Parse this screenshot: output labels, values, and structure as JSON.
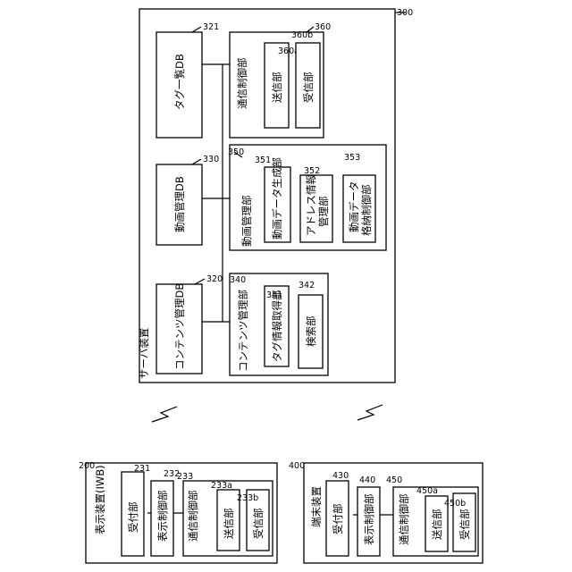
{
  "server": {
    "ref": "300",
    "title": "サーバ装置",
    "tag_list_db": {
      "ref": "321",
      "label": "タグ一覧DB"
    },
    "video_db": {
      "ref": "330",
      "label": "動画管理DB"
    },
    "content_db": {
      "ref": "320",
      "label": "コンテンツ管理DB"
    },
    "comm": {
      "ref": "360",
      "label": "通信制御部",
      "send": {
        "ref": "360a",
        "label": "送信部"
      },
      "recv": {
        "ref": "360b",
        "label": "受信部"
      }
    },
    "video_mgmt": {
      "ref": "350",
      "label": "動画管理部",
      "gen": {
        "ref": "351",
        "label": "動画データ生成部"
      },
      "addr": {
        "ref": "352",
        "label_line1": "アドレス情報",
        "label_line2": "管理部"
      },
      "store": {
        "ref": "353",
        "label_line1": "動画データ",
        "label_line2": "格納制御部"
      }
    },
    "content_mgmt": {
      "ref": "340",
      "label": "コンテンツ管理部",
      "tag": {
        "ref": "341",
        "label": "タグ情報取得部"
      },
      "search": {
        "ref": "342",
        "label": "検索部"
      }
    }
  },
  "display": {
    "ref": "200",
    "title": "表示装置(IWB)",
    "accept": {
      "ref": "231",
      "label": "受付部"
    },
    "disp_ctrl": {
      "ref": "232",
      "label": "表示制御部"
    },
    "comm": {
      "ref": "233",
      "label": "通信制御部",
      "send": {
        "ref": "233a",
        "label": "送信部"
      },
      "recv": {
        "ref": "233b",
        "label": "受信部"
      }
    }
  },
  "terminal": {
    "ref": "400",
    "title": "端末装置",
    "accept": {
      "ref": "430",
      "label": "受付部"
    },
    "disp_ctrl": {
      "ref": "440",
      "label": "表示制御部"
    },
    "comm": {
      "ref": "450",
      "label": "通信制御部",
      "send": {
        "ref": "450a",
        "label": "送信部"
      },
      "recv": {
        "ref": "450b",
        "label": "受信部"
      }
    }
  }
}
